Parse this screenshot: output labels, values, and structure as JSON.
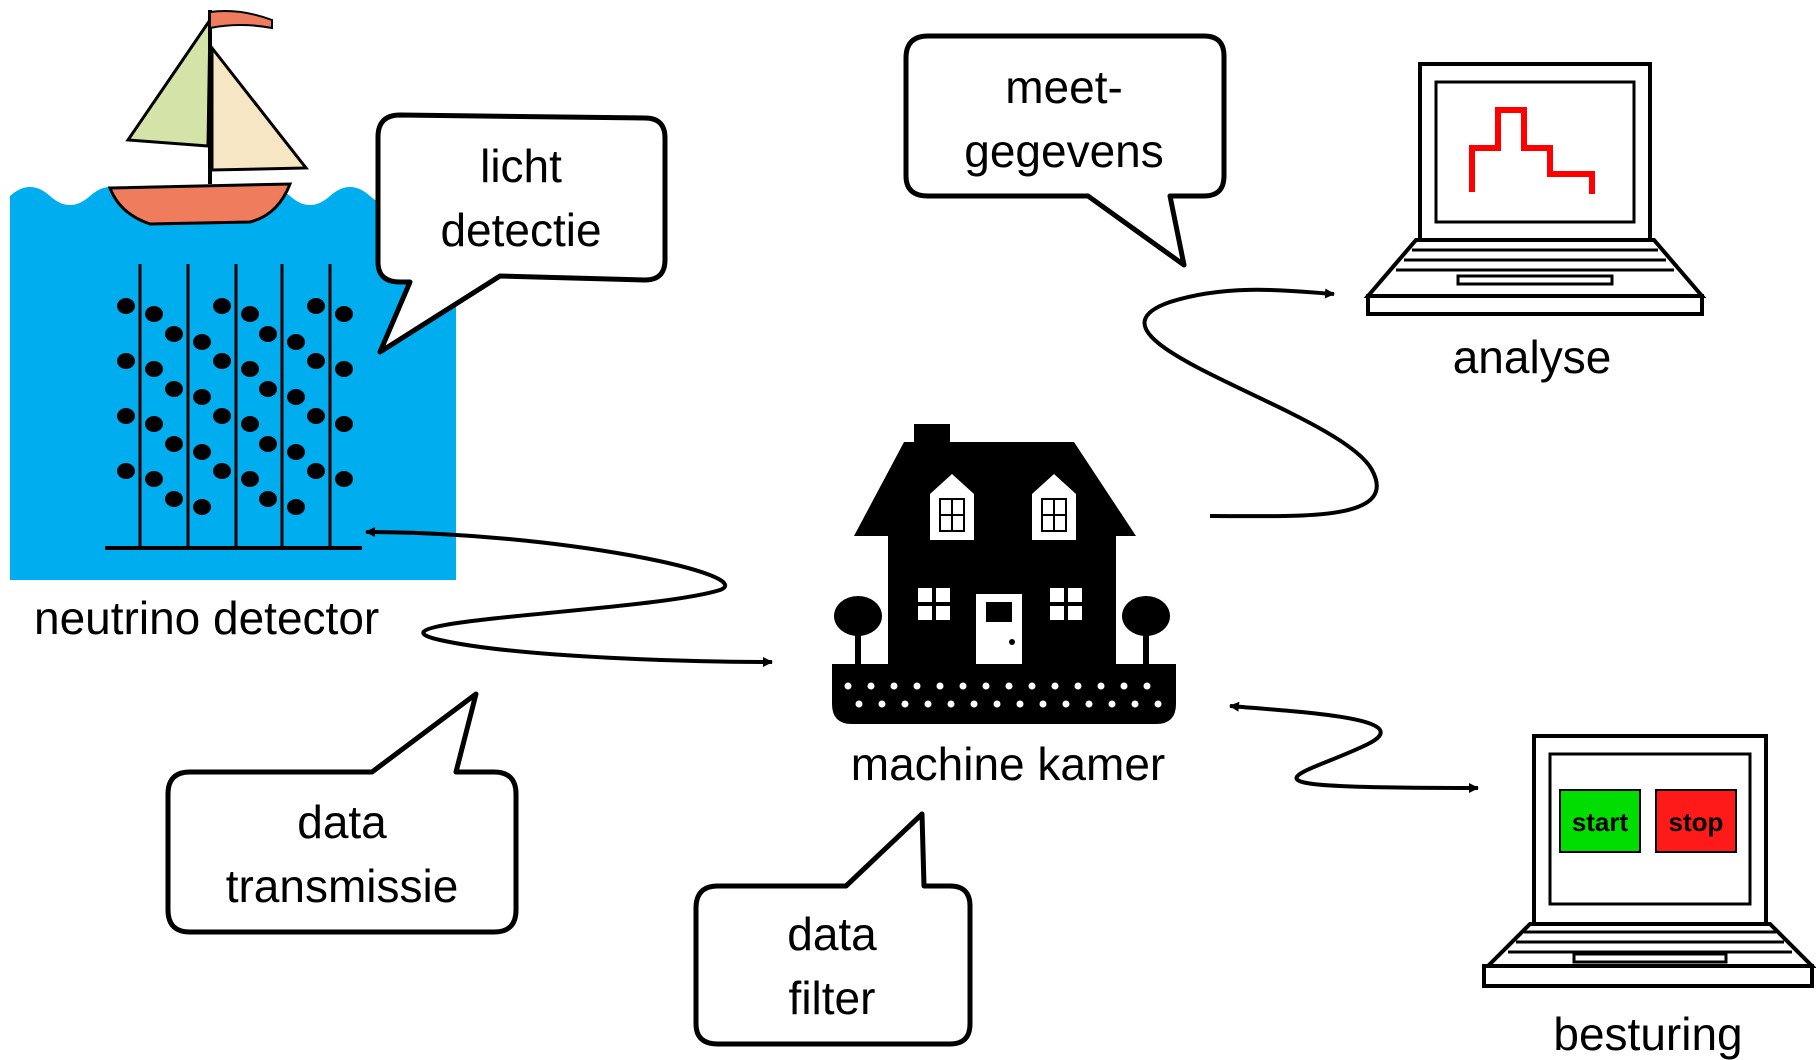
{
  "nodes": {
    "detector": "neutrino detector",
    "machine_room": "machine kamer",
    "analysis": "analyse",
    "control": "besturing"
  },
  "bubbles": {
    "light_detection": [
      "licht",
      "detectie"
    ],
    "measurement_data": [
      "meet-",
      "gegevens"
    ],
    "data_transmission": [
      "data",
      "transmissie"
    ],
    "data_filter": [
      "data",
      "filter"
    ]
  },
  "control_buttons": {
    "start": "start",
    "stop": "stop"
  },
  "colors": {
    "water": "#00aeef",
    "start_button": "#00dd00",
    "stop_button": "#ff1a1a",
    "plot_line": "#ff0000",
    "sail_left": "#d4e3a8",
    "sail_right": "#f7e6c3",
    "hull": "#ef7c5c"
  }
}
